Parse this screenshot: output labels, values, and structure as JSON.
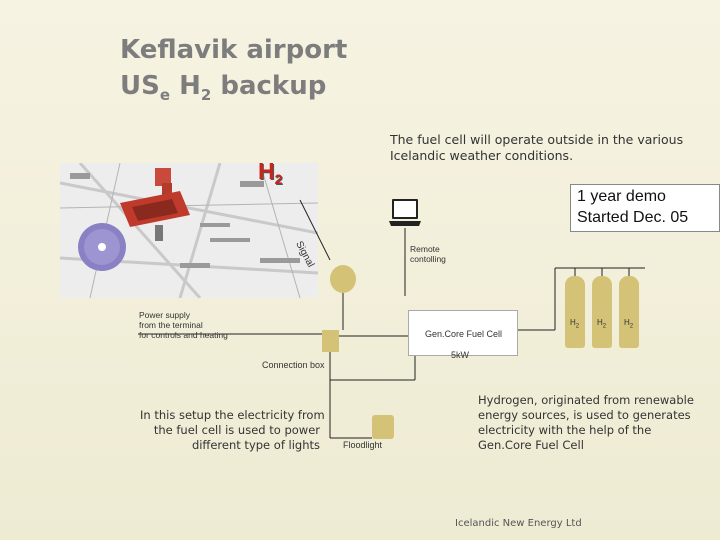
{
  "title": {
    "line1": "Keflavik airport",
    "line2_main": "US",
    "line2_sub": "e",
    "line2_rest": " H",
    "line2_sub2": "2",
    "line2_end": " backup"
  },
  "h2_label": {
    "main": "H",
    "sub": "2"
  },
  "top_note": {
    "line1": "The fuel cell will operate outside in the various",
    "line2": "Icelandic weather conditions."
  },
  "demo_box": {
    "line1": "1 year demo",
    "line2": "Started Dec. 05"
  },
  "remote": {
    "line1": "Remote",
    "line2": "contolling"
  },
  "signal_label": "Signal",
  "power_supply": {
    "line1": "Power supply",
    "line2": "from the terminal",
    "line3": "for controls and heating"
  },
  "fuel_cell": {
    "label": "Gen.Core Fuel Cell",
    "power": "5kW"
  },
  "cylinders": [
    {
      "main": "H",
      "sub": "2"
    },
    {
      "main": "H",
      "sub": "2"
    },
    {
      "main": "H",
      "sub": "2"
    }
  ],
  "connection_box": "Connection box",
  "floodlight": "Floodlight",
  "left_note": {
    "line1": "In this setup the electricity from",
    "line2": "the fuel cell is used to power",
    "line3": "different type of lights"
  },
  "right_note": {
    "line1": "Hydrogen, originated from renewable",
    "line2": "energy sources, is used to generates",
    "line3": "electricity with the help of the",
    "line4": "Gen.Core Fuel Cell"
  },
  "footer": "Icelandic New Energy Ltd",
  "colors": {
    "olive": "#d4c276",
    "red": "#c8261a",
    "line": "#222222",
    "title": "#7d7d7d"
  }
}
